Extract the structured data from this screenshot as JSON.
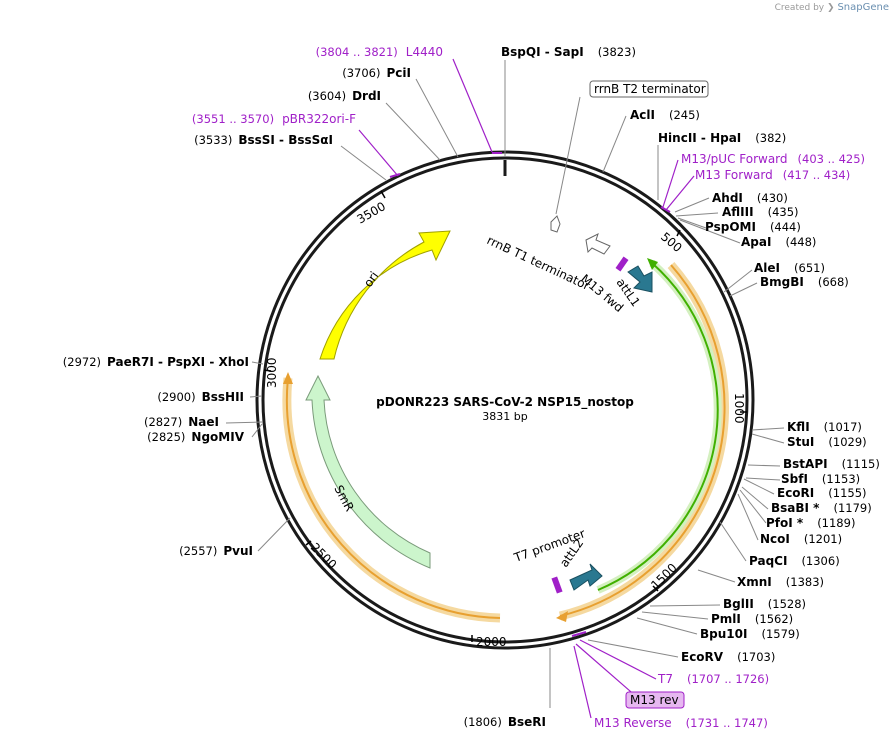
{
  "credit": {
    "prefix": "Created by",
    "brand": "SnapGene"
  },
  "plasmid": {
    "name": "pDONR223 SARS-CoV-2 NSP15_nostop",
    "length": "3831 bp"
  },
  "ticks": [
    "500",
    "1000",
    "1500",
    "2000",
    "2500",
    "3000",
    "3500"
  ],
  "sites_left": [
    {
      "pos": "(3706)",
      "name": "PciI"
    },
    {
      "pos": "(3604)",
      "name": "DrdI"
    },
    {
      "pos": "(3533)",
      "name": "BssSI  -  BssSαI"
    },
    {
      "pos": "(2972)",
      "name": "PaeR7I  -  PspXI  -  XhoI"
    },
    {
      "pos": "(2900)",
      "name": "BssHII"
    },
    {
      "pos": "(2827)",
      "name": "NaeI"
    },
    {
      "pos": "(2825)",
      "name": "NgoMIV"
    },
    {
      "pos": "(2557)",
      "name": "PvuI"
    },
    {
      "pos": "(1806)",
      "name": "BseRI"
    }
  ],
  "sites_right": [
    {
      "name": "BspQI  -  SapI",
      "pos": "(3823)"
    },
    {
      "name": "AclI",
      "pos": "(245)"
    },
    {
      "name": "HincII  -  HpaI",
      "pos": "(382)"
    },
    {
      "name": "AhdI",
      "pos": "(430)"
    },
    {
      "name": "AflIII",
      "pos": "(435)"
    },
    {
      "name": "PspOMI",
      "pos": "(444)"
    },
    {
      "name": "ApaI",
      "pos": "(448)"
    },
    {
      "name": "AleI",
      "pos": "(651)"
    },
    {
      "name": "BmgBI",
      "pos": "(668)"
    },
    {
      "name": "KflI",
      "pos": "(1017)"
    },
    {
      "name": "StuI",
      "pos": "(1029)"
    },
    {
      "name": "BstAPI",
      "pos": "(1115)"
    },
    {
      "name": "SbfI",
      "pos": "(1153)"
    },
    {
      "name": "EcoRI",
      "pos": "(1155)"
    },
    {
      "name": "BsaBI *",
      "pos": "(1179)"
    },
    {
      "name": "PfoI *",
      "pos": "(1189)"
    },
    {
      "name": "NcoI",
      "pos": "(1201)"
    },
    {
      "name": "PaqCI",
      "pos": "(1306)"
    },
    {
      "name": "XmnI",
      "pos": "(1383)"
    },
    {
      "name": "BglII",
      "pos": "(1528)"
    },
    {
      "name": "PmlI",
      "pos": "(1562)"
    },
    {
      "name": "Bpu10I",
      "pos": "(1579)"
    },
    {
      "name": "EcoRV",
      "pos": "(1703)"
    }
  ],
  "primers": [
    {
      "name": "L4440",
      "pos": "(3804 .. 3821)"
    },
    {
      "name": "pBR322ori-F",
      "pos": "(3551 .. 3570)"
    },
    {
      "name": "M13/pUC Forward",
      "pos": "(403 .. 425)"
    },
    {
      "name": "M13 Forward",
      "pos": "(417 .. 434)"
    },
    {
      "name": "T7",
      "pos": "(1707 .. 1726)"
    },
    {
      "name": "M13 rev"
    },
    {
      "name": "M13 Reverse",
      "pos": "(1731 .. 1747)"
    }
  ],
  "features": {
    "ori": "ori",
    "smr": "SmR",
    "rrnb_t2": "rrnB T2 terminator",
    "rrnb_t1": "rrnB T1 terminator",
    "m13_fwd": "M13 fwd",
    "attl1": "attL1",
    "t7_promoter": "T7 promoter",
    "attl2": "attL2"
  },
  "colors": {
    "backbone": "#1a1a1a",
    "ori": "#ffff00",
    "smr": "#ccf5cc",
    "orf_fill": "#fffde0",
    "orf_edge": "#e8a030",
    "green": "#40b000",
    "att": "#2a7890",
    "primer": "#a020c8"
  }
}
